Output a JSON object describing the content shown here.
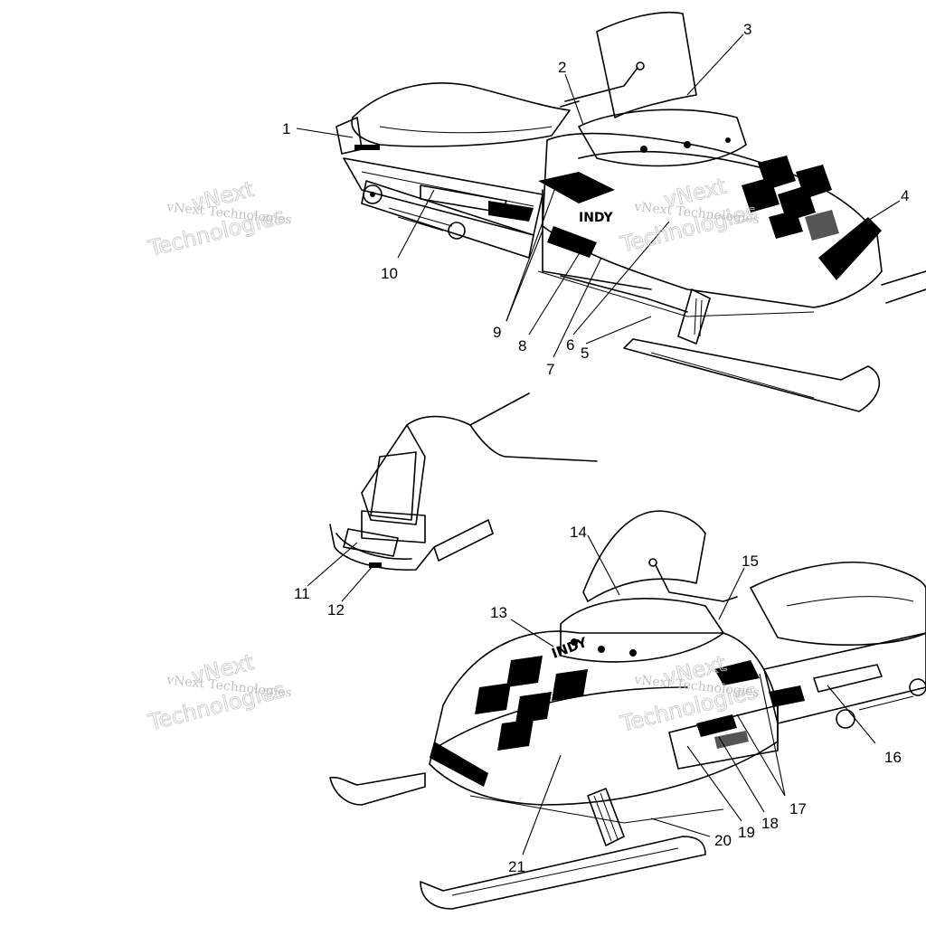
{
  "diagram": {
    "callouts": [
      "1",
      "2",
      "3",
      "4",
      "5",
      "6",
      "7",
      "8",
      "9",
      "10",
      "11",
      "12",
      "13",
      "14",
      "15",
      "16",
      "17",
      "18",
      "19",
      "20",
      "21"
    ],
    "watermark": {
      "brand_line1": "vNext",
      "brand_line2": "Technologies",
      "caption": "vNext Technologies"
    },
    "decal_texts": {
      "indy_top": "INDY",
      "indy_bottom": "INDY"
    },
    "colors": {
      "ink": "#000000",
      "paper": "#ffffff",
      "watermark": "#b8b8b8"
    }
  }
}
